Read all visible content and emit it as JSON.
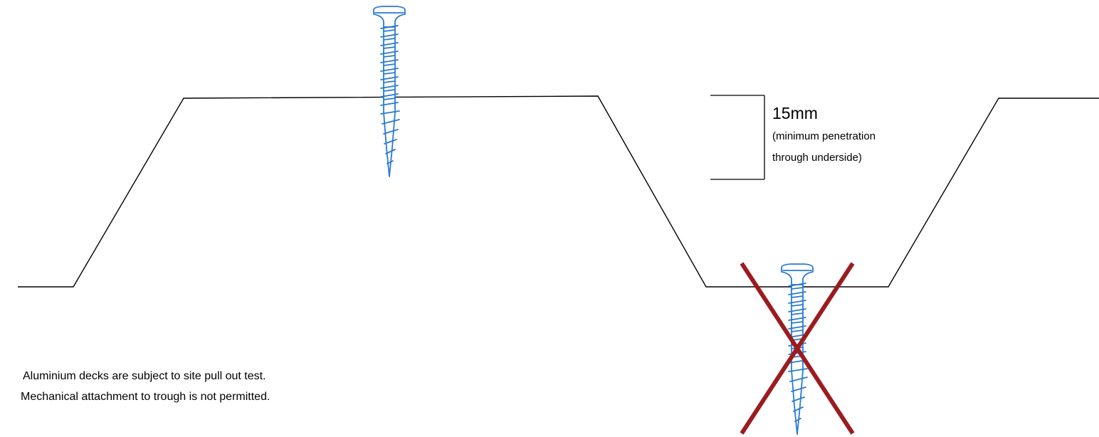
{
  "dimension": {
    "value": "15mm",
    "note_line1": "(minimum penetration",
    "note_line2": "through underside)"
  },
  "notes": {
    "line1": "Aluminium decks are subject to site pull out test.",
    "line2": "Mechanical attachment to trough is not permitted."
  },
  "colors": {
    "screw": "#2a7bd0",
    "cross": "#9b1c1f",
    "profile": "#000000"
  },
  "icons": {
    "crest_fixing": "screw-icon",
    "trough_fixing": "screw-icon",
    "not_permitted": "cross-icon"
  }
}
